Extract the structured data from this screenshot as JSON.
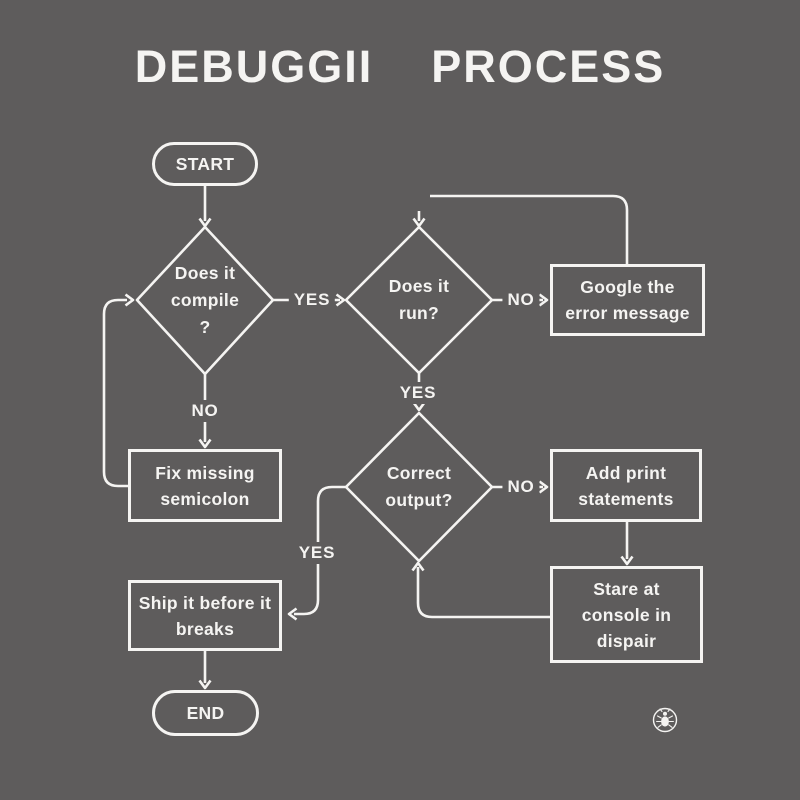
{
  "title": {
    "left": "DEBUGGII",
    "right": "PROCESS"
  },
  "nodes": {
    "start": {
      "label": "START"
    },
    "compile": {
      "line1": "Does it",
      "line2": "compile",
      "line3": "?"
    },
    "run": {
      "line1": "Does it",
      "line2": "run?"
    },
    "google": {
      "line1": "Google the",
      "line2": "error message"
    },
    "fix": {
      "line1": "Fix missing",
      "line2": "semicolon"
    },
    "correct": {
      "line1": "Correct",
      "line2": "output?"
    },
    "add_print": {
      "line1": "Add print",
      "line2": "statements"
    },
    "stare": {
      "line1": "Stare at",
      "line2": "console in",
      "line3": "dispair"
    },
    "ship": {
      "line1": "Ship it before it",
      "line2": "breaks"
    },
    "end": {
      "label": "END"
    }
  },
  "edge_labels": {
    "compile_to_run": "YES",
    "run_to_google": "NO",
    "compile_to_fix": "NO",
    "run_to_correct": "YES",
    "correct_to_add_print": "NO",
    "correct_to_ship": "YES"
  },
  "colors": {
    "background": "#5e5c5c",
    "stroke": "#f5f4f2"
  },
  "icons": {
    "footer_badge": "bug-icon"
  }
}
